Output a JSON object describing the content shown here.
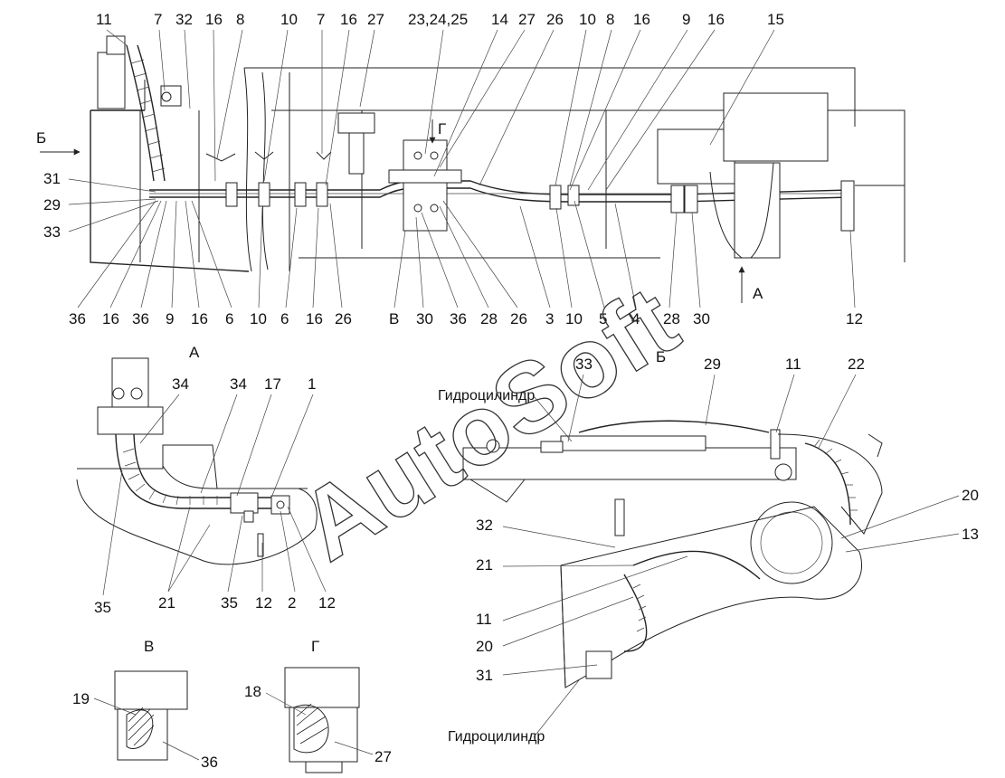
{
  "watermark": "AutoSoft",
  "views": {
    "main": {
      "top_labels": [
        "11",
        "7",
        "32",
        "16",
        "8",
        "10",
        "7",
        "16",
        "27",
        "23,24,25",
        "14",
        "27",
        "26",
        "10",
        "8",
        "16",
        "9",
        "16",
        "15"
      ],
      "bottom_labels": [
        "36",
        "16",
        "36",
        "9",
        "16",
        "6",
        "10",
        "6",
        "16",
        "26",
        "В",
        "30",
        "36",
        "28",
        "26",
        "3",
        "10",
        "5",
        "4",
        "28",
        "30",
        "12"
      ],
      "left_labels": [
        "31",
        "29",
        "33"
      ],
      "arrow_b": "Б",
      "arrow_g": "Г",
      "arrow_a": "А"
    },
    "view_a": {
      "title": "А",
      "labels": [
        "34",
        "34",
        "17",
        "1",
        "35",
        "21",
        "35",
        "12",
        "2",
        "12"
      ]
    },
    "view_b": {
      "title": "Б",
      "caption_top": "Гидроцилиндр",
      "caption_bottom": "Гидроцилиндр",
      "labels": [
        "33",
        "29",
        "11",
        "22",
        "20",
        "13",
        "32",
        "21",
        "11",
        "20",
        "31"
      ]
    },
    "view_v": {
      "title": "В",
      "labels": [
        "19",
        "36"
      ]
    },
    "view_g": {
      "title": "Г",
      "labels": [
        "18",
        "27"
      ]
    }
  }
}
